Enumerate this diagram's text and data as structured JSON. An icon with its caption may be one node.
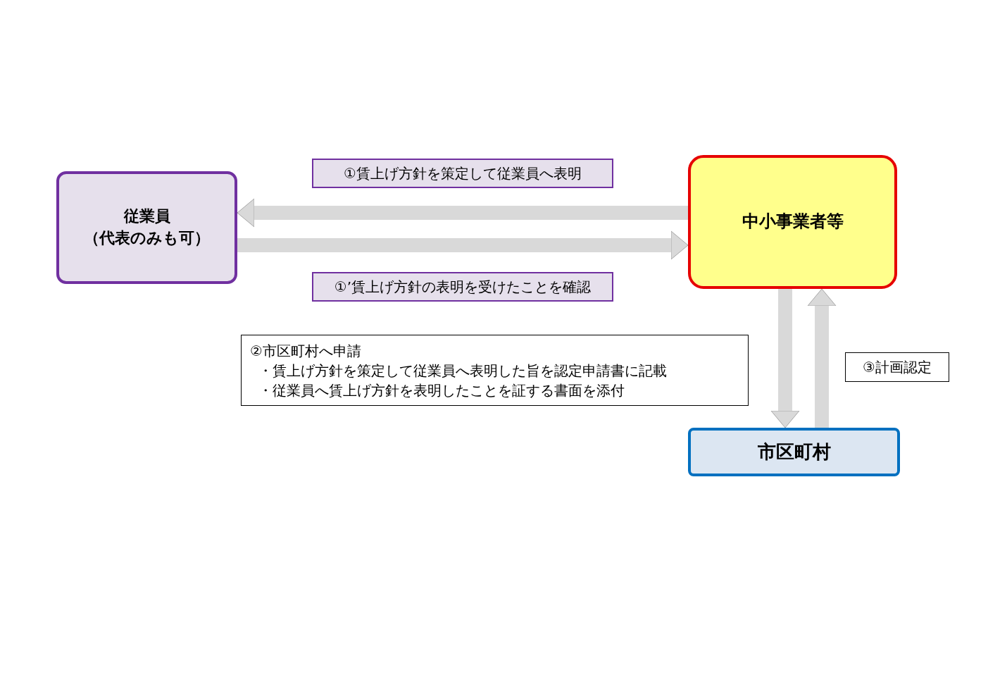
{
  "diagram": {
    "nodes": [
      {
        "text": [
          "従業員",
          "（代表のみも可）"
        ]
      },
      {
        "text": [
          "中小事業者等"
        ]
      },
      {
        "text": [
          "市区町村"
        ]
      },
      {
        "text": [
          "②市区町村へ申請",
          "・賃上げ方針を策定して従業員へ表明した旨を認定申請書に記載",
          "・従業員へ賃上げ方針を表明したことを証する書面を添付"
        ]
      }
    ],
    "edges": [
      {
        "from": 1,
        "to": 0,
        "arrow": "to",
        "label": "①賃上げ方針を策定して従業員へ表明"
      },
      {
        "from": 0,
        "to": 1,
        "arrow": "to",
        "label": "①’賃上げ方針の表明を受けたことを確認"
      },
      {
        "from": 1,
        "to": 2,
        "arrow": "to"
      },
      {
        "from": 2,
        "to": 1,
        "arrow": "to",
        "label": "③計画認定"
      }
    ]
  }
}
